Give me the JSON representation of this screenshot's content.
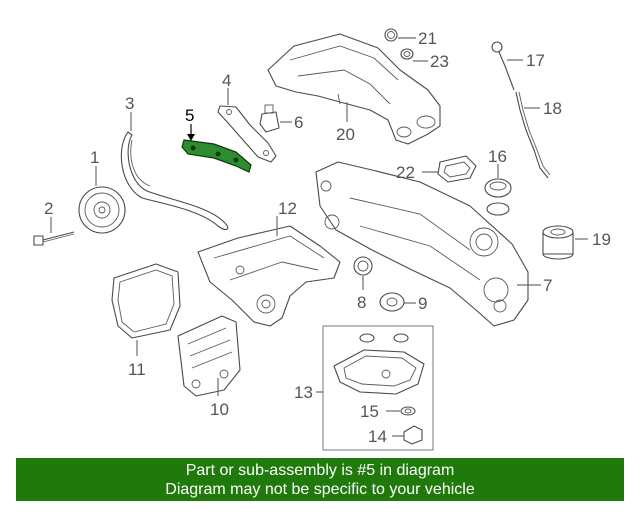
{
  "diagram": {
    "callouts": {
      "c1": "1",
      "c2": "2",
      "c3": "3",
      "c4": "4",
      "c5": "5",
      "c6": "6",
      "c7": "7",
      "c8": "8",
      "c9": "9",
      "c10": "10",
      "c11": "11",
      "c12": "12",
      "c13": "13",
      "c14": "14",
      "c15": "15",
      "c16": "16",
      "c17": "17",
      "c18": "18",
      "c19": "19",
      "c20": "20",
      "c21": "21",
      "c22": "22",
      "c23": "23"
    },
    "highlight_color": "#2e8b2e"
  },
  "banner": {
    "line1": "Part or sub-assembly is #5 in diagram",
    "line2": "Diagram may not be specific to your vehicle",
    "background": "#1f7a0b"
  }
}
